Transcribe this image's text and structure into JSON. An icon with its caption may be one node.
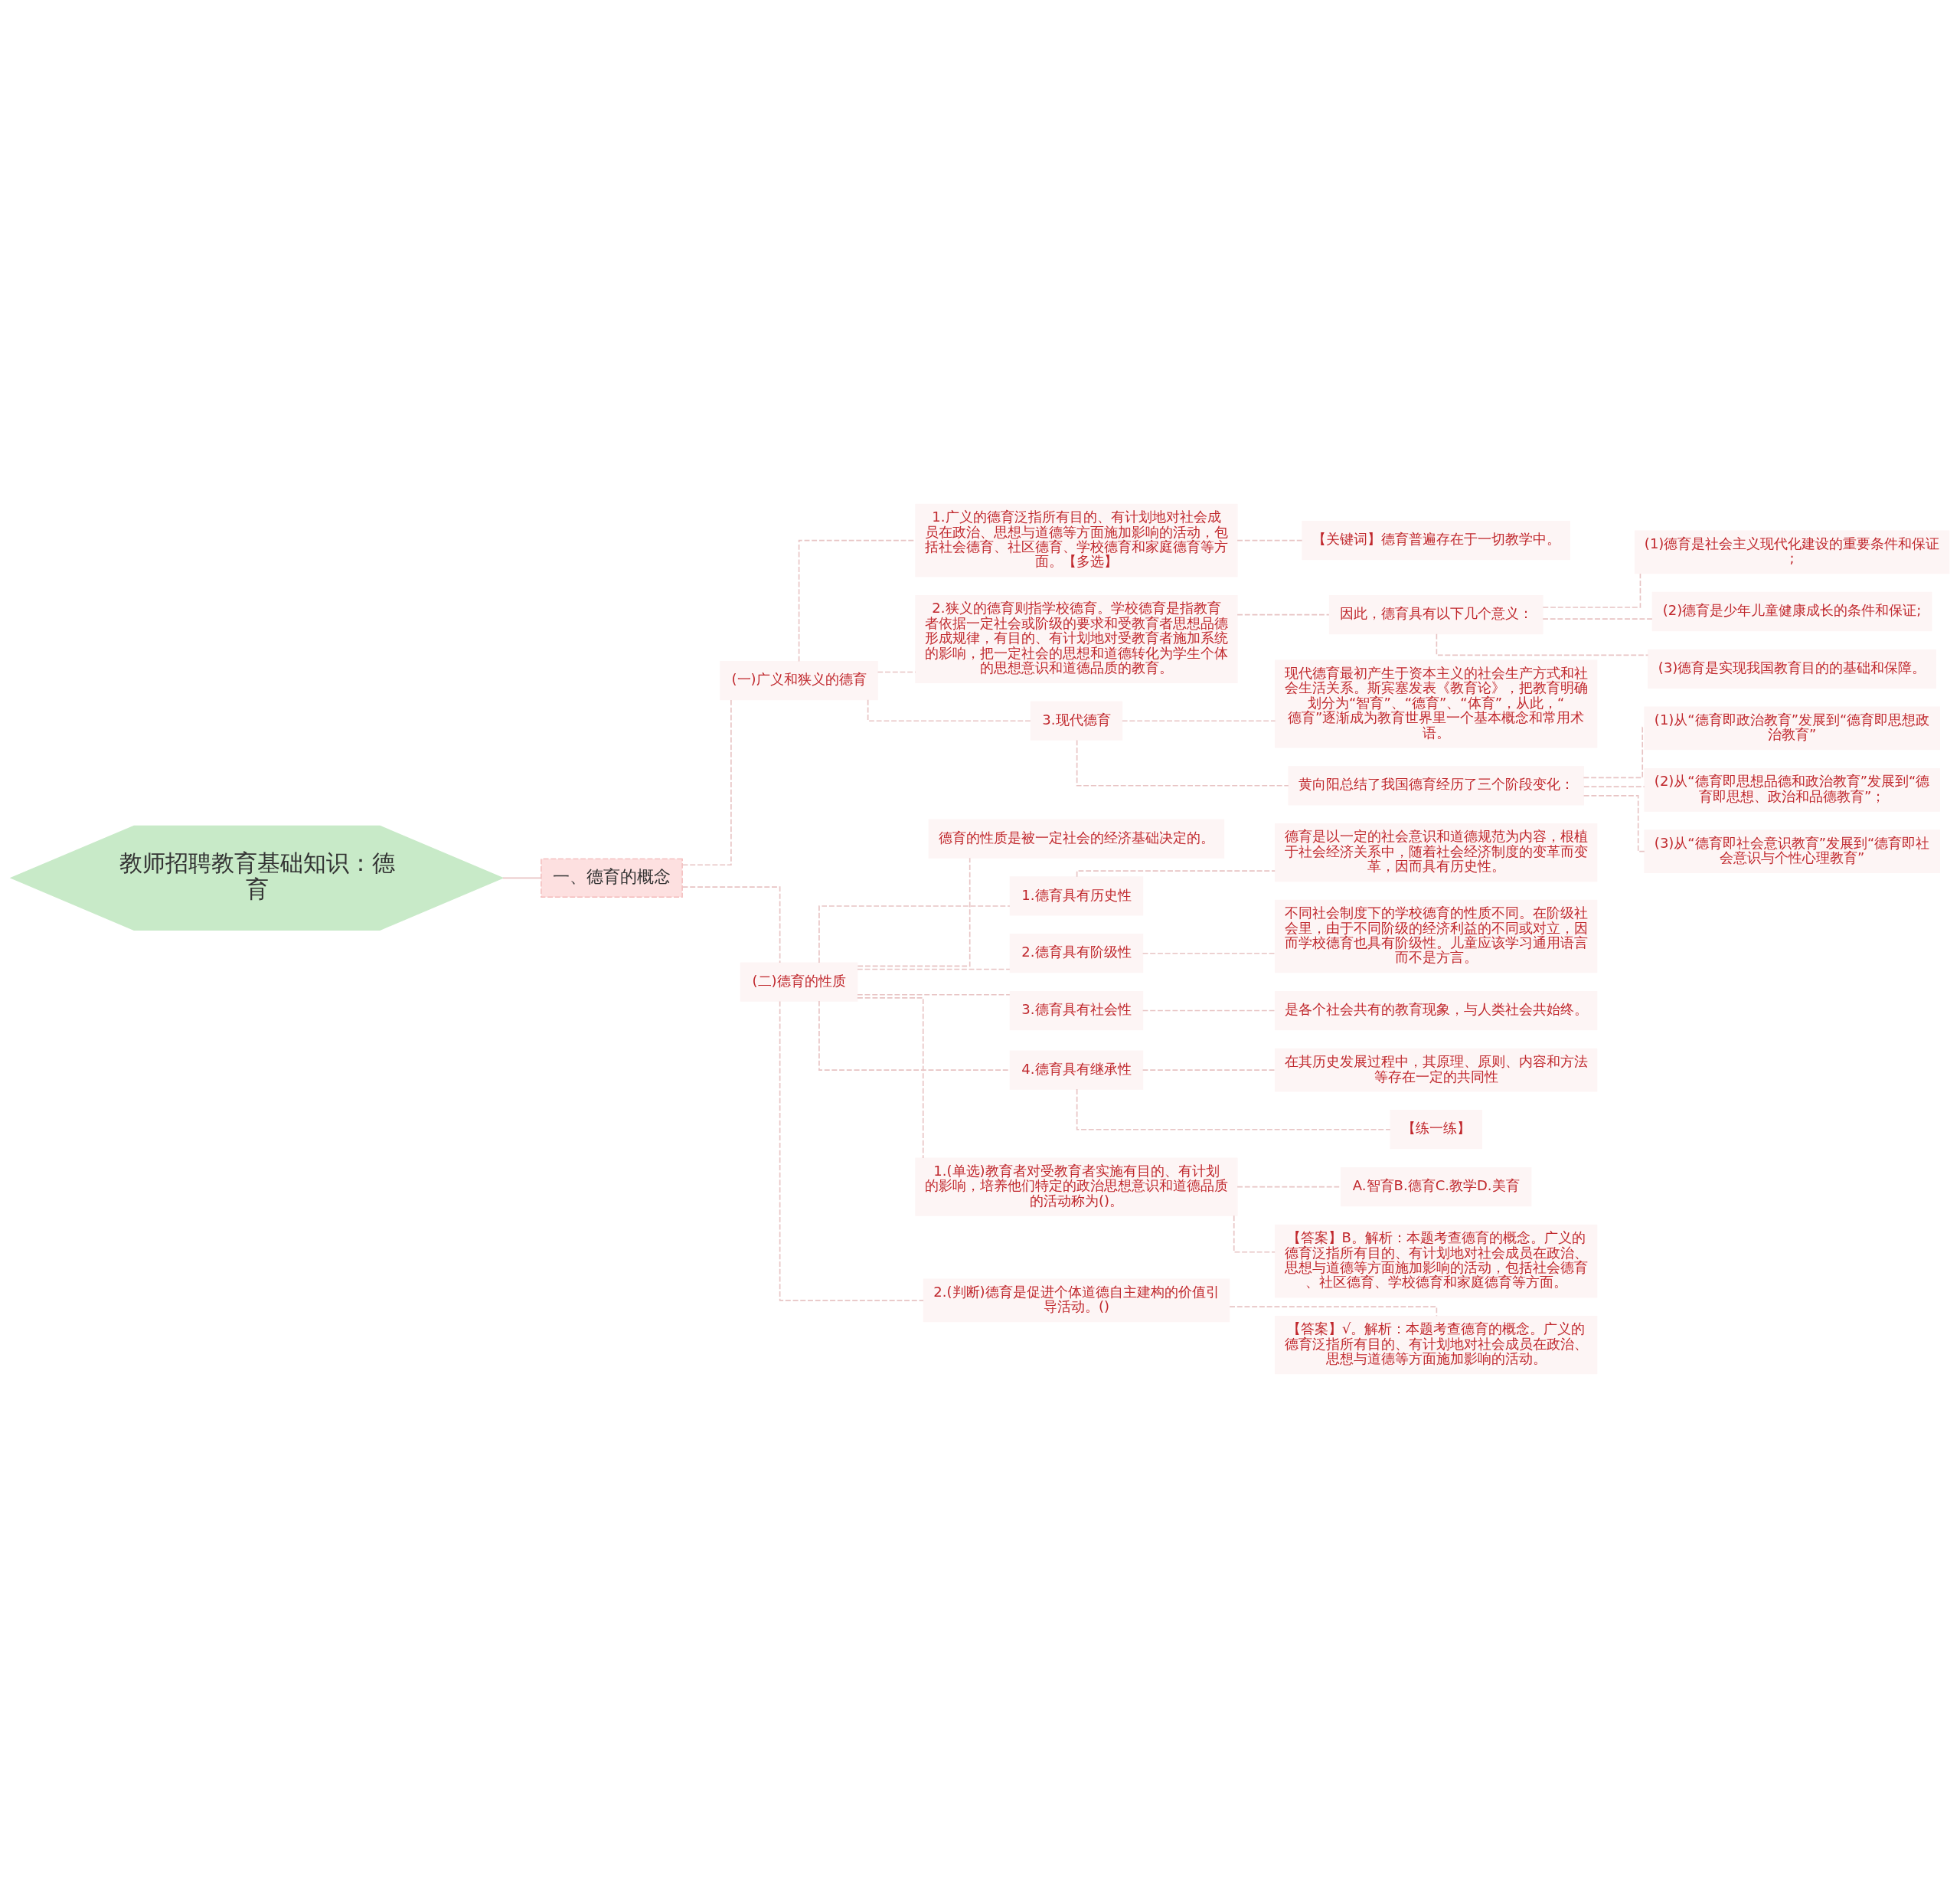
{
  "diagram": {
    "nodes": [
      {
        "text": [
          "教师招聘教育基础知识：德育"
        ]
      },
      {
        "text": [
          "一、德育的概念"
        ]
      },
      {
        "text": [
          "(一)广义和狭义的德育"
        ]
      },
      {
        "text": [
          "1.广义的德育泛指所有目的、有计划地对社会成员在政治、思想与道德等方面施加影响的活动，包括社会德育、社区德育、学校德育和家庭德育等方面。【多选】"
        ]
      },
      {
        "text": [
          "【关键词】德育普遍存在于一切教学中。"
        ]
      },
      {
        "text": [
          "2.狭义的德育则指学校德育。学校德育是指教育者依据一定社会或阶级的要求和受教育者思想品德形成规律，有目的、有计划地对受教育者施加系统的影响，把一定社会的思想和道德转化为学生个体的思想意识和道德品质的教育。"
        ]
      },
      {
        "text": [
          "因此，德育具有以下几个意义："
        ]
      },
      {
        "text": [
          "(1)德育是社会主义现代化建设的重要条件和保证;"
        ]
      },
      {
        "text": [
          "(2)德育是少年儿童健康成长的条件和保证;"
        ]
      },
      {
        "text": [
          "(3)德育是实现我国教育目的的基础和保障。"
        ]
      },
      {
        "text": [
          "3.现代德育"
        ]
      },
      {
        "text": [
          "现代德育最初产生于资本主义的社会生产方式和社会生活关系。斯宾塞发表《教育论》，把教育明确划分为“智育”、“德育”、“体育”，从此，“德育”逐渐成为教育世界里一个基本概念和常用术语。"
        ]
      },
      {
        "text": [
          "黄向阳总结了我国德育经历了三个阶段变化："
        ]
      },
      {
        "text": [
          "(1)从“德育即政治教育”发展到“德育即思想政治教育”"
        ]
      },
      {
        "text": [
          "(2)从“德育即思想品德和政治教育”发展到“德育即思想、政治和品德教育”；"
        ]
      },
      {
        "text": [
          "(3)从“德育即社会意识教育”发展到“德育即社会意识与个性心理教育”"
        ]
      },
      {
        "text": [
          "(二)德育的性质"
        ]
      },
      {
        "text": [
          "德育的性质是被一定社会的经济基础决定的。"
        ]
      },
      {
        "text": [
          "1.德育具有历史性"
        ]
      },
      {
        "text": [
          "德育是以一定的社会意识和道德规范为内容，根植于社会经济关系中，随着社会经济制度的变革而变革，因而具有历史性。"
        ]
      },
      {
        "text": [
          "2.德育具有阶级性"
        ]
      },
      {
        "text": [
          "不同社会制度下的学校德育的性质不同。在阶级社会里，由于不同阶级的经济利益的不同或对立，因而学校德育也具有阶级性。儿童应该学习通用语言而不是方言。"
        ]
      },
      {
        "text": [
          "3.德育具有社会性"
        ]
      },
      {
        "text": [
          "是各个社会共有的教育现象，与人类社会共始终。"
        ]
      },
      {
        "text": [
          "4.德育具有继承性"
        ]
      },
      {
        "text": [
          "在其历史发展过程中，其原理、原则、内容和方法等存在一定的共同性"
        ]
      },
      {
        "text": [
          "【练一练】"
        ]
      },
      {
        "text": [
          "1.(单选)教育者对受教育者实施有目的、有计划的影响，培养他们特定的政治思想意识和道德品质的活动称为()。"
        ]
      },
      {
        "text": [
          "A.智育B.德育C.教学D.美育"
        ]
      },
      {
        "text": [
          "【答案】B。解析：本题考查德育的概念。广义的德育泛指所有目的、有计划地对社会成员在政治、思想与道德等方面施加影响的活动，包括社会德育、社区德育、学校德育和家庭德育等方面。"
        ]
      },
      {
        "text": [
          "2.(判断)德育是促进个体道德自主建构的价值引导活动。()"
        ]
      },
      {
        "text": [
          "【答案】√。解析：本题考查德育的概念。广义的德育泛指所有目的、有计划地对社会成员在政治、思想与道德等方面施加影响的活动。"
        ]
      }
    ],
    "edges": [
      {
        "from": 0,
        "to": 1,
        "arrow": "none"
      },
      {
        "from": 1,
        "to": 2,
        "arrow": "none",
        "style": "dashed"
      },
      {
        "from": 2,
        "to": 3,
        "arrow": "none",
        "style": "dashed"
      },
      {
        "from": 3,
        "to": 4,
        "arrow": "none",
        "style": "dashed"
      },
      {
        "from": 2,
        "to": 5,
        "arrow": "none",
        "style": "dashed"
      },
      {
        "from": 5,
        "to": 6,
        "arrow": "none",
        "style": "dashed"
      },
      {
        "from": 6,
        "to": 7,
        "arrow": "none",
        "style": "dashed"
      },
      {
        "from": 6,
        "to": 8,
        "arrow": "none",
        "style": "dashed"
      },
      {
        "from": 6,
        "to": 9,
        "arrow": "none",
        "style": "dashed"
      },
      {
        "from": 2,
        "to": 10,
        "arrow": "none",
        "style": "dashed"
      },
      {
        "from": 10,
        "to": 11,
        "arrow": "none",
        "style": "dashed"
      },
      {
        "from": 10,
        "to": 12,
        "arrow": "none",
        "style": "dashed"
      },
      {
        "from": 12,
        "to": 13,
        "arrow": "none",
        "style": "dashed"
      },
      {
        "from": 12,
        "to": 14,
        "arrow": "none",
        "style": "dashed"
      },
      {
        "from": 12,
        "to": 15,
        "arrow": "none",
        "style": "dashed"
      },
      {
        "from": 1,
        "to": 16,
        "arrow": "none",
        "style": "dashed"
      },
      {
        "from": 16,
        "to": 17,
        "arrow": "none",
        "style": "dashed"
      },
      {
        "from": 16,
        "to": 18,
        "arrow": "none",
        "style": "dashed"
      },
      {
        "from": 18,
        "to": 19,
        "arrow": "none",
        "style": "dashed"
      },
      {
        "from": 16,
        "to": 20,
        "arrow": "none",
        "style": "dashed"
      },
      {
        "from": 20,
        "to": 21,
        "arrow": "none",
        "style": "dashed"
      },
      {
        "from": 16,
        "to": 22,
        "arrow": "none",
        "style": "dashed"
      },
      {
        "from": 22,
        "to": 23,
        "arrow": "none",
        "style": "dashed"
      },
      {
        "from": 16,
        "to": 24,
        "arrow": "none",
        "style": "dashed"
      },
      {
        "from": 24,
        "to": 25,
        "arrow": "none",
        "style": "dashed"
      },
      {
        "from": 24,
        "to": 26,
        "arrow": "none",
        "style": "dashed"
      },
      {
        "from": 16,
        "to": 27,
        "arrow": "none",
        "style": "dashed"
      },
      {
        "from": 27,
        "to": 28,
        "arrow": "none",
        "style": "dashed"
      },
      {
        "from": 27,
        "to": 29,
        "arrow": "none",
        "style": "dashed"
      },
      {
        "from": 16,
        "to": 30,
        "arrow": "none",
        "style": "dashed"
      },
      {
        "from": 30,
        "to": 31,
        "arrow": "none",
        "style": "dashed"
      }
    ]
  }
}
